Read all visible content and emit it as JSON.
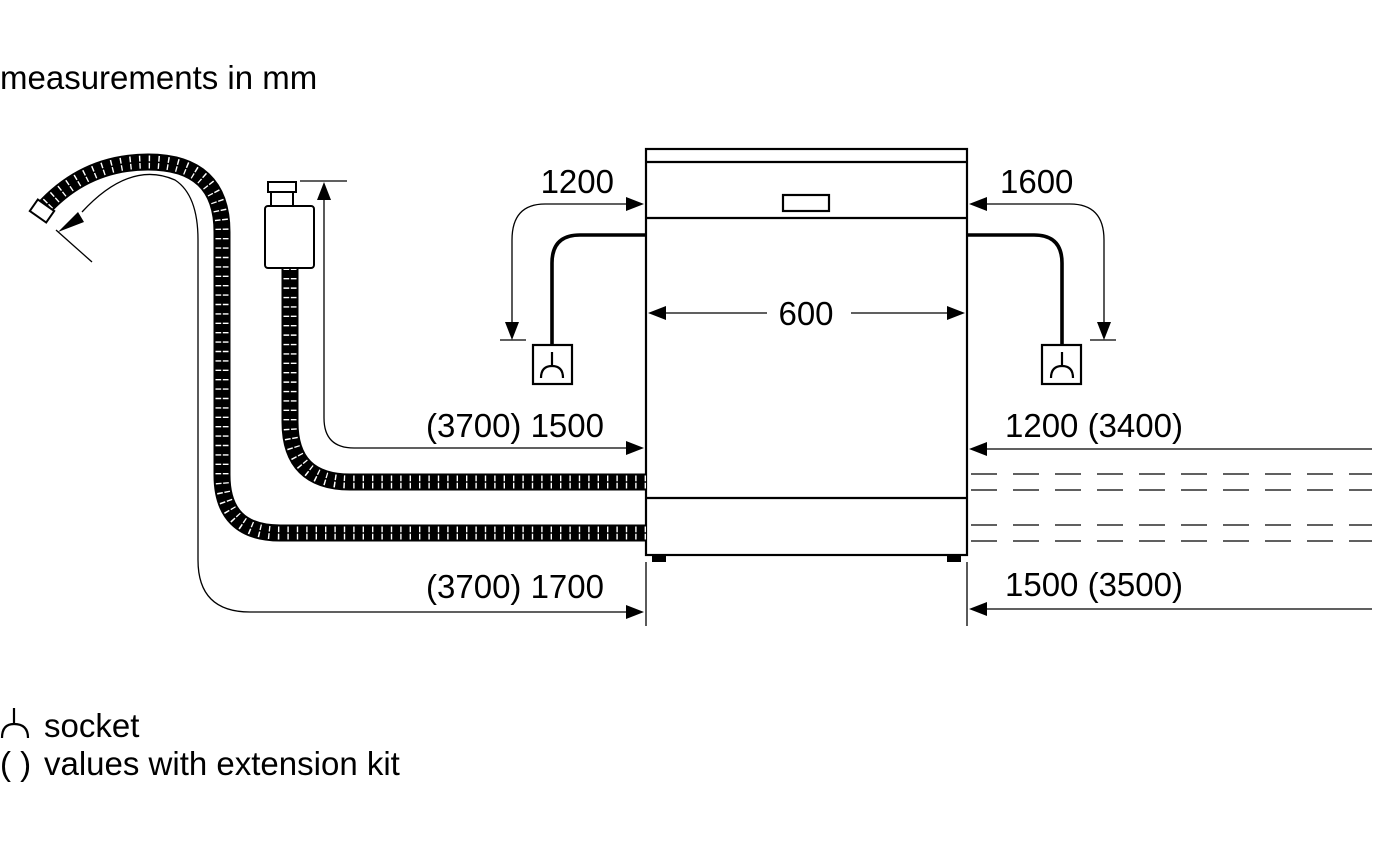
{
  "title": "measurements in mm",
  "dimensions": {
    "width": "600",
    "power_left": "1200",
    "power_right": "1600",
    "water_left": "(3700) 1500",
    "water_right": "1200 (3400)",
    "drain_left": "(3700) 1700",
    "drain_right": "1500 (3500)"
  },
  "legend": {
    "socket_symbol": "socket-icon",
    "socket_label": "socket",
    "extension_symbol": "( )",
    "extension_label": "values with extension kit"
  }
}
